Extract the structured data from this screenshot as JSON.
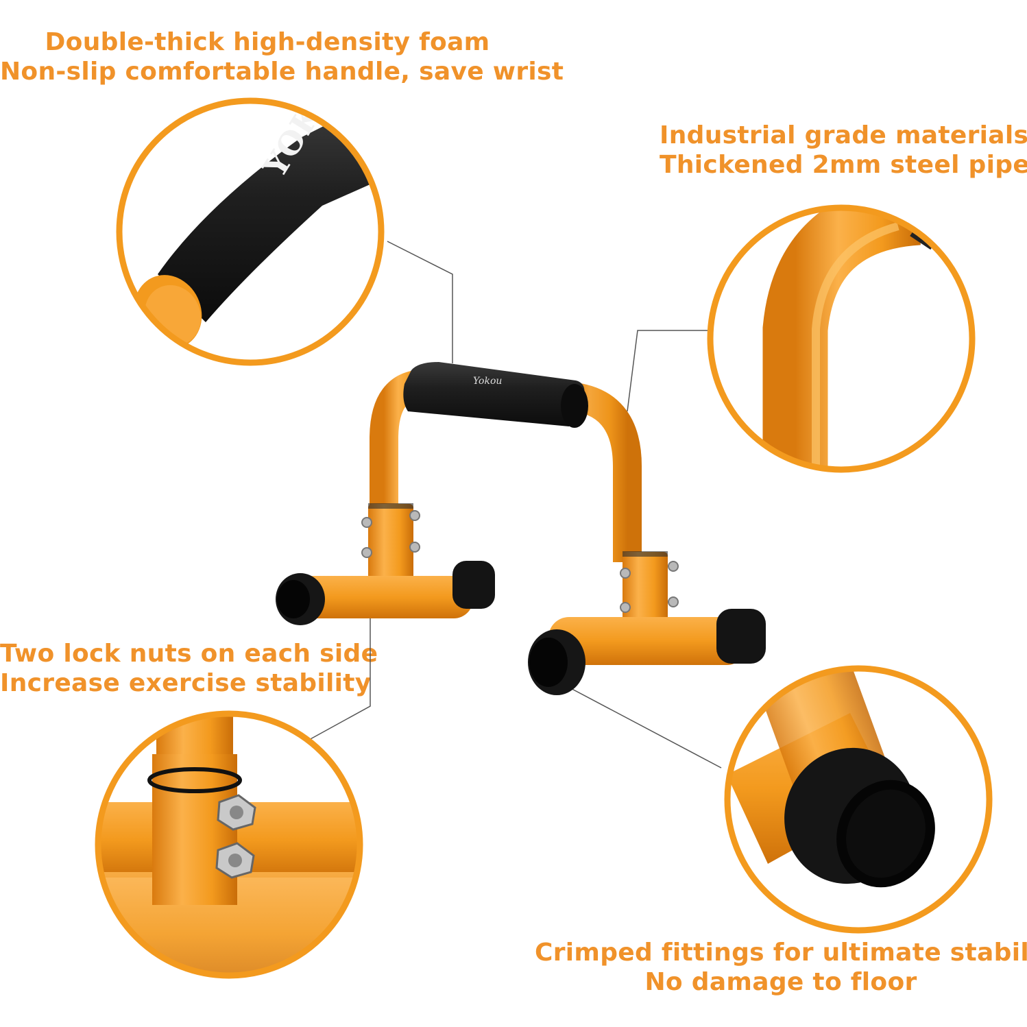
{
  "captions": {
    "foam": {
      "line1": "Double-thick high-density foam",
      "line2": "Non-slip comfortable handle, save wrist"
    },
    "steel": {
      "line1": "Industrial grade materials",
      "line2": "Thickened 2mm steel pipe"
    },
    "nuts": {
      "line1": "Two lock nuts on each side",
      "line2": "Increase exercise stability"
    },
    "fittings": {
      "line1": "Crimped fittings for ultimate stability",
      "line2": "No damage to floor"
    }
  },
  "brand_mark": "YOK",
  "colors": {
    "accent": "#f0922a",
    "pipe": "#f39a1e",
    "foam": "#1c1c1c",
    "rubber": "#111111"
  }
}
